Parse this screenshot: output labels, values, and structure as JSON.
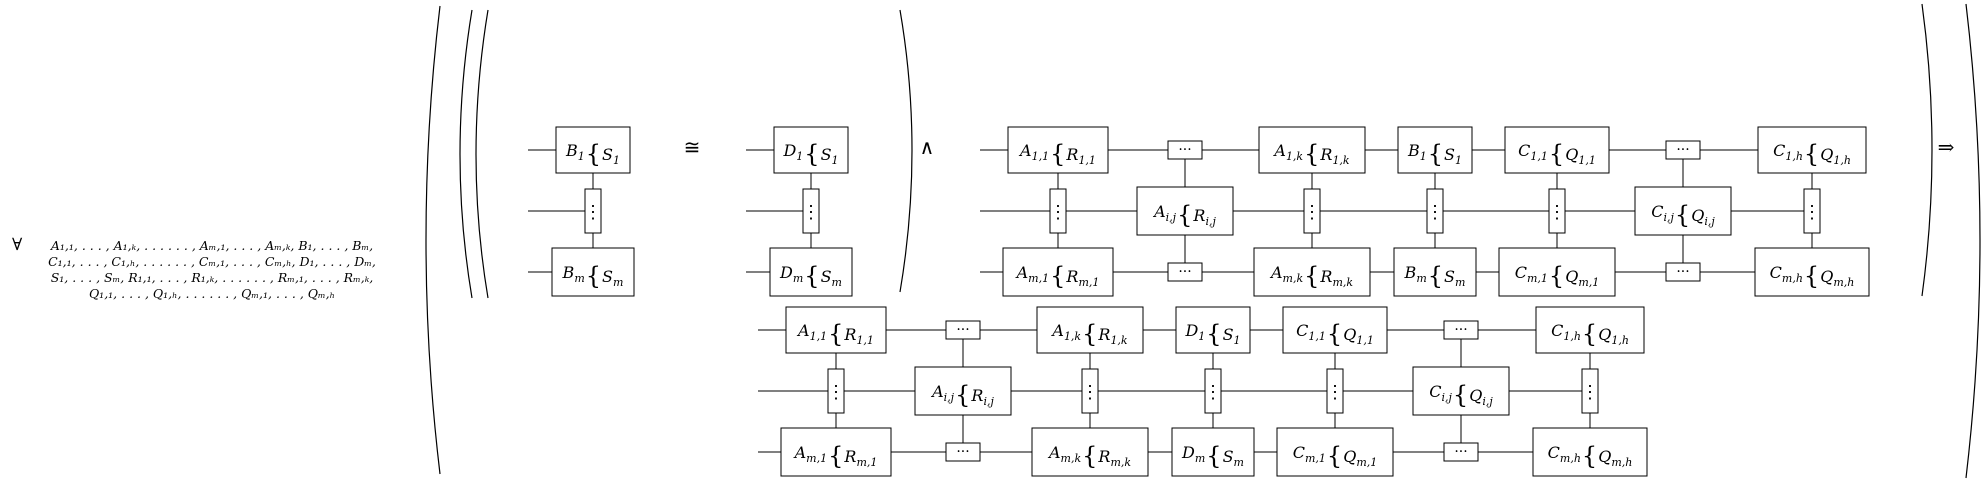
{
  "quantifier": {
    "symbol": "∀",
    "lines": [
      "A₁,₁, . . . , A₁,ₖ, . . . . . . , Aₘ,₁, . . . , Aₘ,ₖ, B₁, . . . , Bₘ,",
      "C₁,₁, . . . , C₁,ₕ, . . . . . . , Cₘ,₁, . . . , Cₘ,ₕ, D₁, . . . , Dₘ,",
      "S₁, . . . , Sₘ, R₁,₁, . . . , R₁,ₖ, . . . . . . , Rₘ,₁, . . . , Rₘ,ₖ,",
      "Q₁,₁, . . . , Q₁,ₕ, . . . . . . , Qₘ,₁, . . . , Qₘ,ₕ"
    ]
  },
  "operators": {
    "iso": "≅",
    "and": "∧",
    "implies": "⇒"
  },
  "dots": {
    "h": "···",
    "v": "⋮"
  },
  "brace": "{",
  "lhs_iso": [
    {
      "l": "B",
      "ls": "1",
      "r": "S",
      "rs": "1"
    },
    {
      "l": "B",
      "ls": "m",
      "r": "S",
      "rs": "m"
    }
  ],
  "rhs_iso": [
    {
      "l": "D",
      "ls": "1",
      "r": "S",
      "rs": "1"
    },
    {
      "l": "D",
      "ls": "m",
      "r": "S",
      "rs": "m"
    }
  ],
  "grid": {
    "top": [
      {
        "l": "A",
        "ls": "1,1",
        "r": "R",
        "rs": "1,1"
      },
      {
        "l": "A",
        "ls": "1,k",
        "r": "R",
        "rs": "1,k"
      },
      {
        "l": "B",
        "ls": "1",
        "r": "S",
        "rs": "1"
      },
      {
        "l": "C",
        "ls": "1,1",
        "r": "Q",
        "rs": "1,1"
      },
      {
        "l": "C",
        "ls": "1,h",
        "r": "Q",
        "rs": "1,h"
      }
    ],
    "mid": [
      {
        "l": "A",
        "ls": "i,j",
        "r": "R",
        "rs": "i,j"
      },
      {
        "l": "C",
        "ls": "i,j",
        "r": "Q",
        "rs": "i,j"
      }
    ],
    "bot": [
      {
        "l": "A",
        "ls": "m,1",
        "r": "R",
        "rs": "m,1"
      },
      {
        "l": "A",
        "ls": "m,k",
        "r": "R",
        "rs": "m,k"
      },
      {
        "l": "B",
        "ls": "m",
        "r": "S",
        "rs": "m"
      },
      {
        "l": "C",
        "ls": "m,1",
        "r": "Q",
        "rs": "m,1"
      },
      {
        "l": "C",
        "ls": "m,h",
        "r": "Q",
        "rs": "m,h"
      }
    ]
  },
  "grid2": {
    "top": [
      {
        "l": "A",
        "ls": "1,1",
        "r": "R",
        "rs": "1,1"
      },
      {
        "l": "A",
        "ls": "1,k",
        "r": "R",
        "rs": "1,k"
      },
      {
        "l": "D",
        "ls": "1",
        "r": "S",
        "rs": "1"
      },
      {
        "l": "C",
        "ls": "1,1",
        "r": "Q",
        "rs": "1,1"
      },
      {
        "l": "C",
        "ls": "1,h",
        "r": "Q",
        "rs": "1,h"
      }
    ],
    "mid": [
      {
        "l": "A",
        "ls": "i,j",
        "r": "R",
        "rs": "i,j"
      },
      {
        "l": "C",
        "ls": "i,j",
        "r": "Q",
        "rs": "i,j"
      }
    ],
    "bot": [
      {
        "l": "A",
        "ls": "m,1",
        "r": "R",
        "rs": "m,1"
      },
      {
        "l": "A",
        "ls": "m,k",
        "r": "R",
        "rs": "m,k"
      },
      {
        "l": "D",
        "ls": "m",
        "r": "S",
        "rs": "m"
      },
      {
        "l": "C",
        "ls": "m,1",
        "r": "Q",
        "rs": "m,1"
      },
      {
        "l": "C",
        "ls": "m,h",
        "r": "Q",
        "rs": "m,h"
      }
    ]
  }
}
